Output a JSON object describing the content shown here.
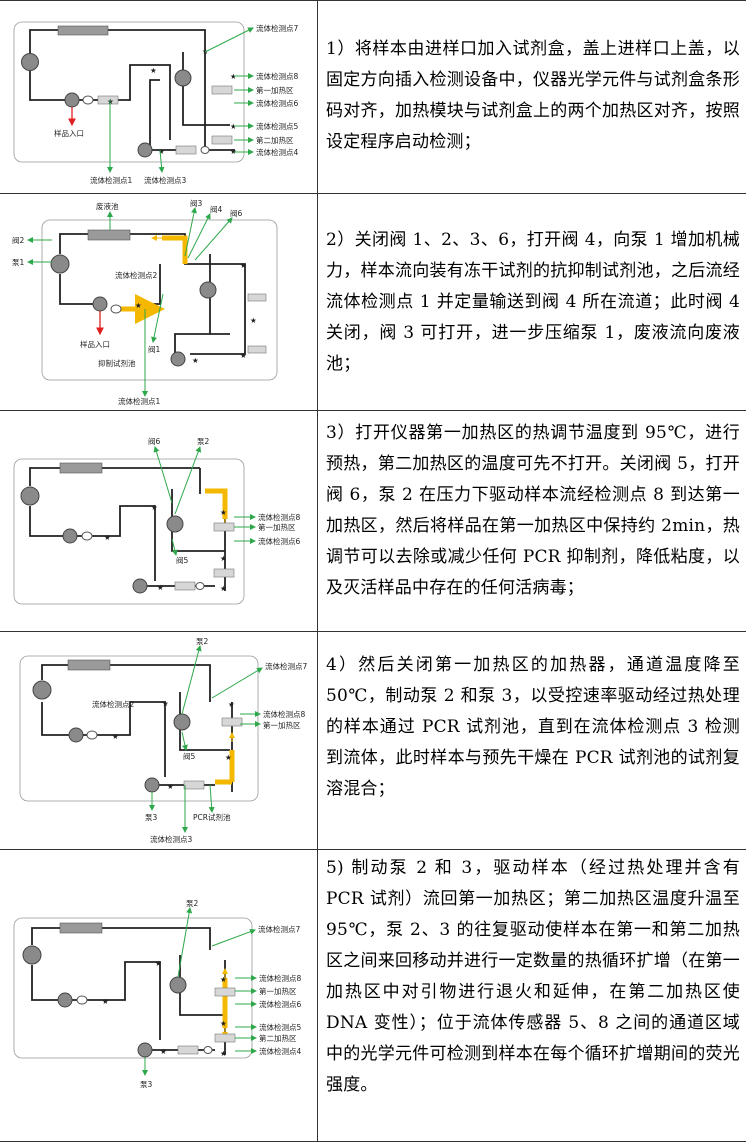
{
  "steps": [
    {
      "text": "1）将样本由进样口加入试剂盒，盖上进样口上盖，以固定方向插入检测设备中，仪器光学元件与试剂盒条形码对齐，加热模块与试剂盒上的两个加热区对齐，按照设定程序启动检测；",
      "labels": {
        "fp7": "流体检测点7",
        "fp8": "流体检测点8",
        "heat1": "第一加热区",
        "fp6": "流体检测点6",
        "fp5": "流体检测点5",
        "heat2": "第二加热区",
        "fp4": "流体检测点4",
        "inlet": "样品入口",
        "fp1": "流体检测点1",
        "fp3": "流体检测点3"
      }
    },
    {
      "text": "2）关闭阀 1、2、3、6，打开阀 4，向泵 1 增加机械力，样本流向装有冻干试剂的抗抑制试剂池，之后流经流体检测点 1 并定量输送到阀 4 所在流道；此时阀 4 关闭，阀 3 可打开，进一步压缩泵 1，废液流向废液池；",
      "labels": {
        "waste": "废液池",
        "v3": "阀3",
        "v4": "阀4",
        "v6": "阀6",
        "v2": "阀2",
        "p1": "泵1",
        "fp2": "流体检测点2",
        "inlet": "样品入口",
        "v1": "阀1",
        "inhib": "抑制试剂池",
        "fp1": "流体检测点1"
      }
    },
    {
      "text": "3）打开仪器第一加热区的热调节温度到 95℃，进行预热，第二加热区的温度可先不打开。关闭阀 5，打开阀 6，泵 2 在压力下驱动样本流经检测点 8 到达第一加热区，然后将样品在第一加热区中保持约 2min，热调节可以去除或减少任何 PCR 抑制剂，降低粘度，以及灭活样品中存在的任何活病毒；",
      "labels": {
        "v6": "阀6",
        "p2": "泵2",
        "fp8": "流体检测点8",
        "heat1": "第一加热区",
        "fp6": "流体检测点6",
        "v5": "阀5"
      }
    },
    {
      "text": "4）然后关闭第一加热区的加热器，通道温度降至 50℃，制动泵 2 和泵 3，以受控速率驱动经过热处理的样本通过 PCR 试剂池，直到在流体检测点 3 检测到流体，此时样本与预先干燥在 PCR 试剂池的试剂复溶混合；",
      "labels": {
        "p2": "泵2",
        "fp7": "流体检测点7",
        "fp2": "流体检测点2",
        "fp8": "流体检测点8",
        "heat1": "第一加热区",
        "v5": "阀5",
        "p3": "泵3",
        "pcr": "PCR试剂池",
        "fp3": "流体检测点3"
      }
    },
    {
      "text": "5) 制动泵 2 和 3，驱动样本（经过热处理并含有 PCR 试剂）流回第一加热区；第二加热区温度升温至 95℃，泵 2、3 的往复驱动使样本在第一和第二加热区之间来回移动并进行一定数量的热循环扩增（在第一加热区中对引物进行退火和延伸，在第二加热区使 DNA 变性）；位于流体传感器 5、8 之间的通道区域中的光学元件可检测到样本在每个循环扩增期间的荧光强度。",
      "labels": {
        "p2": "泵2",
        "fp7": "流体检测点7",
        "fp8": "流体检测点8",
        "heat1": "第一加热区",
        "fp6": "流体检测点6",
        "fp5": "流体检测点5",
        "heat2": "第二加热区",
        "fp4": "流体检测点4",
        "p3": "泵3"
      }
    }
  ],
  "colors": {
    "channel": "#222222",
    "flow": "#f5b800",
    "pointer": "#2ea84a",
    "inlet_arrow": "#e02020",
    "pump": "#8a8a8a"
  }
}
